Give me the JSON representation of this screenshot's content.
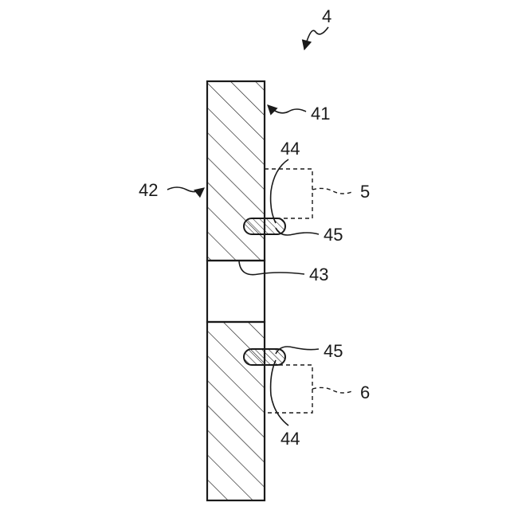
{
  "figure": {
    "labels": {
      "assembly": "4",
      "part_41": "41",
      "part_42": "42",
      "part_43": "43",
      "part_44_upper": "44",
      "part_44_lower": "44",
      "part_45_upper": "45",
      "part_45_lower": "45",
      "part_5": "5",
      "part_6": "6"
    }
  }
}
